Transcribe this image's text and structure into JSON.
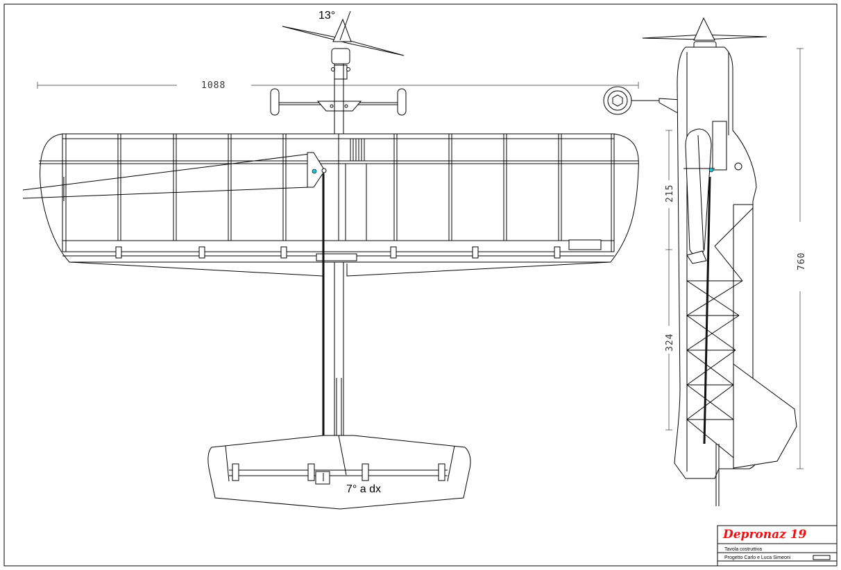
{
  "drawing": {
    "angle_thrust_down": "13°",
    "angle_rudder": "7° a dx",
    "dim_wingspan": "1088",
    "dim_length": "760",
    "dim_front": "215",
    "dim_rear": "324"
  },
  "title_block": {
    "title": "Depronaz 19",
    "subtitle": "Tavola costruttiva",
    "credits": "Progetto Carlo e Luca Simeoni"
  },
  "colors": {
    "line": "#000000",
    "title_red": "#e11111",
    "accent_cyan": "#19c3d6"
  }
}
